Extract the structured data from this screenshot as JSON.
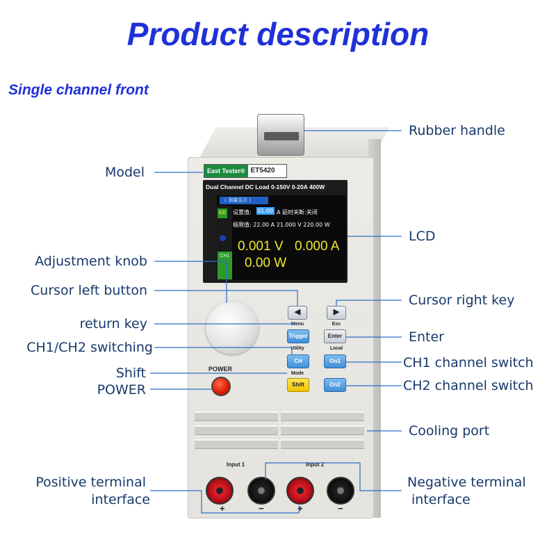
{
  "header": {
    "title": "Product description",
    "subtitle": "Single channel front"
  },
  "device": {
    "brand": "East Tester®",
    "model": "ET5420",
    "screen_caption": "Dual Channel DC Load 0-150V 0-20A 400W",
    "lcd": {
      "tab": "〈  测量显示  〉",
      "mode_badge": "CC",
      "channel_badge": "CH1",
      "set_label": "设置值:",
      "set_value": "01.00",
      "set_unit_rest": "A 延时关断:关闭",
      "limit_line": "极限值:  22.00 A 21.000 V 220.00 W",
      "voltage": "0.001 V",
      "current": "0.000 A",
      "power": "0.00 W"
    },
    "keys": {
      "left_arrow": "◀",
      "right_arrow": "▶",
      "trigger": "Trigger",
      "enter": "Enter",
      "ch": "CH",
      "on1": "On1",
      "shift": "Shift",
      "on2": "On2"
    },
    "key_captions": {
      "menu": "Menu",
      "esc": "Esc",
      "utility": "Utility",
      "local": "Local",
      "mode": "Mode"
    },
    "power_label": "POWER",
    "input1": "Input 1",
    "input2": "Input 2",
    "plus": "+",
    "minus": "−"
  },
  "labels": {
    "rubber_handle": "Rubber handle",
    "model": "Model",
    "lcd": "LCD",
    "adjustment_knob": "Adjustment knob",
    "cursor_left": "Cursor left button",
    "cursor_right": "Cursor right key",
    "return_key": "return key",
    "enter": "Enter",
    "ch_switching": "CH1/CH2 switching",
    "ch1_switch": "CH1 channel switch",
    "shift": "Shift",
    "power": "POWER",
    "ch2_switch": "CH2 channel switch",
    "cooling_port": "Cooling port",
    "positive_terminal_1": "Positive terminal",
    "positive_terminal_2": "interface",
    "negative_terminal_1": "Negative terminal",
    "negative_terminal_2": "interface"
  },
  "colors": {
    "title": "#1f31d8",
    "label_text": "#17396a",
    "leader_line": "#2d6fc9"
  }
}
